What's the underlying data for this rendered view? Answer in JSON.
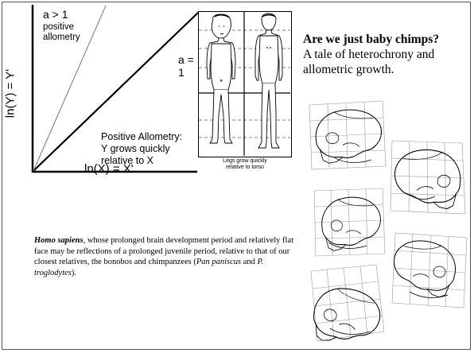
{
  "graph": {
    "a_gt_1": "a > 1",
    "positive": "positive",
    "allometry": "allometry",
    "a_eq_1": "a = 1",
    "y_axis": "ln(Y) = Y'",
    "x_axis": "ln(X) = X'",
    "pos_allo_line1": "Positive Allometry:",
    "pos_allo_line2": "Y grows quickly",
    "pos_allo_line3": "relative to X"
  },
  "figure": {
    "caption_line1": "Legs grow quickly",
    "caption_line2": "relative to torso"
  },
  "title": {
    "bold": "Are we just baby chimps?",
    "line2": "A tale of heterochrony and",
    "line3": "allometric growth."
  },
  "paragraph": {
    "homo_sapiens": "Homo sapiens",
    "text1": ", whose prolonged brain development period and relatively flat face may be reflections of a prolonged juvenile period, relative to that of our closest relatives, the bonobos and chimpanzees (",
    "pan_paniscus": "Pan paniscus",
    "and": " and ",
    "p_troglodytes": "P. troglodytes",
    "text2": ")."
  }
}
